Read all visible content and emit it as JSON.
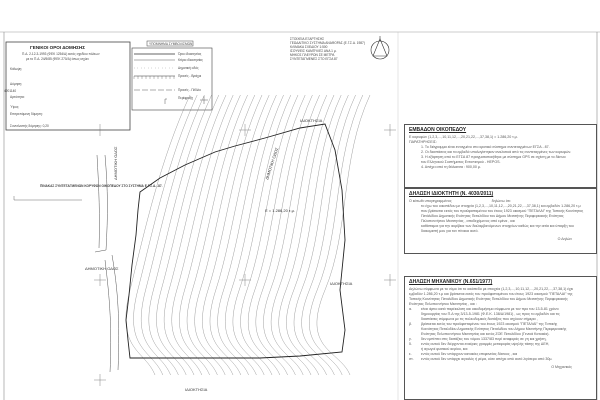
{
  "general_terms": {
    "title": "ΓΕΝΙΚΟΙ ΟΡΟΙ ΔΟΜΗΣΗΣ",
    "lines": [
      "Π.Δ. 2-12-3-1993 (ΦΕΚ 1254/Δ) εκτός σχεδίου πόλεων",
      "με το Π.Δ. 24/5/85 (ΦΕΚ 270/Δ) όπως ισχύει",
      "Κάλυψη:",
      "Δόμηση:",
      "Αρτιότητα:",
      "Ύψος:",
      "Επιτρεπόμενη δόμηση:",
      "Συντελεστής δόμησης: 0,20"
    ],
    "coord_tick": "4201140"
  },
  "legend": {
    "title": "ΥΠΟΜΝΗΜΑ ΣΥΜΒΟΛΙΣΜΩΝ",
    "items": [
      "Όριο ιδιοκτησίας",
      "Κτίριο ιδιοκτησίας",
      "Δημοτική οδός",
      "Πρανές - Βράχοι",
      "Πρανές - Πέδιλο",
      "Περίφραξη"
    ]
  },
  "info": {
    "lines": [
      "ΣΤΟΙΧΕΙΑ ΕΞΑΡΤΗΣΗΣ",
      "ΓΕΩΔΑΙΤΙΚΟ ΣΥΣΤΗΜΑ ΑΝΑΦΟΡΑΣ (Ε.Γ.Σ.Α. 1987)",
      "ΚΛΙΜΑΚΑ ΣΧΕΔΙΟΥ 1:500",
      "ΙΣΟΥΨΕΙΣ ΚΑΜΠΥΛΕΣ ΑΝΑ 1 μ.",
      "ΜΗΚΟΣ ΠΛΕΥΡΩΝ ΣΕ ΜΕΤΡΑ",
      "ΣΥΝΤΕΤΑΓΜΕΝΕΣ ΣΤΟ ΕΓΣΑ 87"
    ]
  },
  "coords_label": "ΠΙΝΑΚΑΣ ΣΥΝΤΕΤΑΓΜΕΝΩΝ ΚΟΡΥΦΩΝ ΟΙΚΟΠΕΔΟΥ ΣΤΟ ΣΥΣΤΗΜΑ Ε.Γ.Σ.Α. -87.",
  "map_labels": {
    "ownership": "ΙΔΙΟΚΤΗΣΙΑ",
    "municipal_road": "ΔΗΜΟΤΙΚΗ ΟΔΟΣ",
    "area_note": "Ε = 1.286,20 τ.μ."
  },
  "area_panel": {
    "title": "ΕΜΒΑΔΟΝ ΟΙΚΟΠΕΔΟΥ",
    "area_line": "Ε κορυφών (1,2,3,...,10,11,12,...,20,21,22,...,37,38,1) = 1.286,20 τ.μ.",
    "notes_title": "ΠΑΡΑΤΗΡΗΣΕΙΣ:",
    "notes": [
      "1. Το διάγραμμα είναι ενταγμένο στο κρατικό σύστημα συντεταγμένων ΕΓΣΑ - 87.",
      "2. Οι διαστάσεις και τα εμβαδά υπολογίστηκαν αναλυτικά από τις συντεταγμένες των κορυφών.",
      "3. Η εξάρτηση από το ΕΓΣΑ 87 πραγματοποιήθηκε με σύστημα GPS σε σχέση με το δίκτυο",
      "   του Ελληνικού Συστήματος Εντοπισμού - HEPOS.",
      "4. Απέχει από τη θάλασσα : 900,00 μ."
    ]
  },
  "owner_panel": {
    "title": "ΔΗΛΩΣΗ ΙΔΙΟΚΤΗΤΗ (Ν. 4030/2011)",
    "intro": "Ο κάτωθι υπογεγραμμένος",
    "declare": "δηλώνω ότι:",
    "lines": [
      "το έχω του οικοπέδου με στοιχεία (1,2,3,...,10,11,12,...,20,21,22,...,37,38,1) και εμβαδόν 1.286,20 τ.μ",
      "που βρίσκεται εκτός του προϋφισταμένου του έτους 1923 οικισμού \"ΠΕΤΑΛΑΙ\" της Τοπικής Κοινότητας",
      "Πετάλιδίου Δημοτικής Ενότητας Πεταλιδίου του Δήμου Μεσσήνης Περιφερειακής Ενότητας",
      "Πελοποννήσου Μεσσηνίας , αποδεχόμενος από εμένα , και",
      "καθίσταμαι για την ακρίβεια των διαλαμβανόμενων στοιχείων καθώς και την αιτία και ύπαρξη του",
      "διακομιστή μου για τον πίνακα αυτό."
    ],
    "signature": "Ο Δηλών"
  },
  "engineer_panel": {
    "title": "ΔΗΛΩΣΗ ΜΗΧΑΝΙΚΟΥ (Ν.651/1977)",
    "lines": [
      "Δηλώνω σύμφωνα με το νόμο ότι το οικόπεδο με στοιχεία (1,2,3,...,10,11,12,...,20,21,22,...,37,38,1) έχει",
      "εμβαδόν 1.286,20 τ.μ και βρίσκεται εκτός του προϋφισταμένου του έτους 1923 οικισμού \"ΠΕΤΑΛΑΙ\" της",
      "Τοπικής Κοινότητας Πεταλιδίου Δημοτικής Ενότητας Πεταλιδίου του Δήμου Μεσσήνης Περιφερειακής",
      "Ενότητας Πελοποννήσου Μεσσηνίας , και :"
    ],
    "items": [
      {
        "mark": "α.",
        "text": "είναι άρτιο κατά παρέκκλιση και οικοδομήσιμο σύμφωνα με τον προ του 13-5-81 χρόνο"
      },
      {
        "mark": "",
        "text": "δημιουργίας του Π.Δ της 3/13-5-1981 (Φ.Ε.Κ. 138/Δ/1981) , ως προς το εμβαδόν και τις"
      },
      {
        "mark": "",
        "text": "διαστάσεις σύμφωνα με τις πολεοδομικές διατάξεις που ισχύουν σήμερα ,"
      },
      {
        "mark": "β.",
        "text": "βρίσκεται εκτός του προϋφισταμένου του έτους 1923 οικισμού \"ΠΕΤΑΛΑΙ\" της Τοπικής"
      },
      {
        "mark": "",
        "text": "Κοινότητας Πεταλιδίου Δημοτικής Ενότητας Πεταλιδίου του Δήμου Μεσσήνης Περιφερειακής"
      },
      {
        "mark": "",
        "text": "Ενότητας Πελοποννήσου Μεσσηνίας και εκτός ΖΟΕ Πεταλιδίου (Γενικά Κατοικία)."
      },
      {
        "mark": "γ.",
        "text": "δεν εμπίπτει στις διατάξεις του νόμου 1337/83 περί αναφοράς σε γη και χρήση,"
      },
      {
        "mark": "δ.",
        "text": "εντός αυτού δεν διέρχονται εναέριες γραμμές μεταφοράς υψηλής τάσης της ΔΕΗ,"
      },
      {
        "mark": "",
        "text": "ή αγωγοί φυσικού αερίου, και"
      },
      {
        "mark": "ε.",
        "text": "εντός αυτού δεν υπάρχουν κατοικίες επιφανείας δάσους , και"
      },
      {
        "mark": "στ.",
        "text": "εντός αυτού δεν υπάρχει αιγιαλός ή ρέμα, ούτε απέχει από αυτό λιγότερο από 30μ."
      }
    ],
    "signature": "Ο Μηχανικός"
  }
}
